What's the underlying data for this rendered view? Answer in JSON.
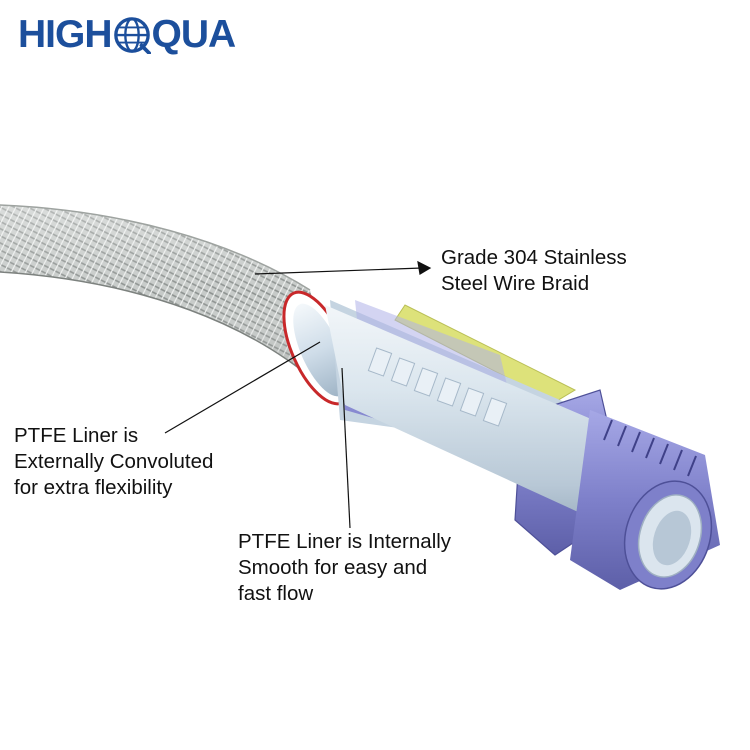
{
  "logo": {
    "left_text": "HIGH",
    "right_text": "QUA",
    "icon": "globe-icon",
    "color": "#1c4f9c"
  },
  "callouts": {
    "braid": {
      "lines": [
        "Grade 304 Stainless",
        "Steel Wire Braid"
      ]
    },
    "external": {
      "lines": [
        "PTFE Liner is",
        "Externally Convoluted",
        "for extra flexibility"
      ]
    },
    "internal": {
      "lines": [
        "PTFE Liner is Internally",
        "Smooth for easy and",
        "fast flow"
      ]
    }
  },
  "colors": {
    "braid": "#c4c8c6",
    "liner": "#dfeaf4",
    "fitting": "#7c7ec9",
    "accent_yellow": "#dde27a",
    "accent_red": "#c8282a"
  }
}
